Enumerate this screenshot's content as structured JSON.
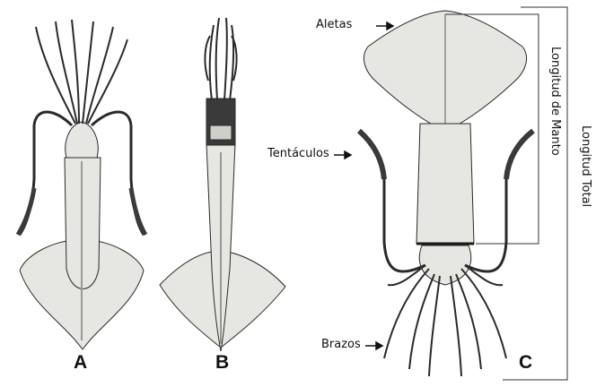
{
  "panels": [
    {
      "letter": "A",
      "view": "dorsal"
    },
    {
      "letter": "B",
      "view": "lateral"
    },
    {
      "letter": "C",
      "view": "labeled"
    }
  ],
  "labels": {
    "fins": "Aletas",
    "tentacles": "Tentáculos",
    "arms": "Brazos",
    "mantle_length": "Longitud de Manto",
    "total_length": "Longitud Total"
  },
  "colors": {
    "ink": "#1a1a1a",
    "body_fill": "#e6e6e2",
    "shade": "#b8b8b2",
    "dark": "#3a3a3a"
  }
}
